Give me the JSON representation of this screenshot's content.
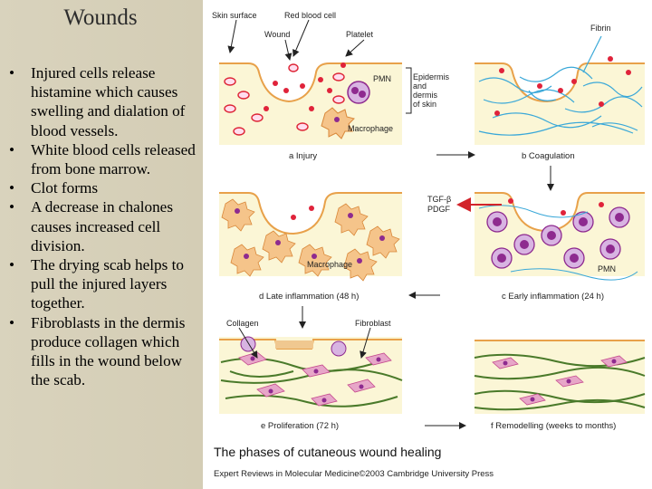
{
  "slide": {
    "title": "Wounds",
    "bullets": [
      "Injured cells release histamine which causes swelling and dialation of blood vessels.",
      "White blood cells released from bone marrow.",
      "Clot forms",
      "A decrease in chalones causes increased cell division.",
      "The drying scab helps to pull the injured layers together.",
      "Fibroblasts in the dermis produce collagen which fills in the wound below the scab."
    ]
  },
  "figure": {
    "labels": {
      "skin_surface": "Skin surface",
      "red_blood_cell": "Red blood cell",
      "wound": "Wound",
      "platelet": "Platelet",
      "fibrin": "Fibrin",
      "pmn": "PMN",
      "epidermis": "Epidermis",
      "and": "and",
      "dermis_of": "dermis",
      "of_skin": "of skin",
      "macrophage": "Macrophage",
      "tgf": "TGF-β",
      "pdgf": "PDGF",
      "macrophage2": "Macrophage",
      "pmn2": "PMN",
      "collagen": "Collagen",
      "fibroblast": "Fibroblast"
    },
    "captions": {
      "a": "a Injury",
      "b": "b Coagulation",
      "c": "c Early inflammation (24 h)",
      "d": "d Late inflammation (48 h)",
      "e": "e Proliferation (72 h)",
      "f": "f Remodelling (weeks to months)"
    },
    "title": "The phases of cutaneous wound healing",
    "credit": "Expert Reviews in Molecular Medicine©2003 Cambridge University Press",
    "colors": {
      "epidermis": "#f7f0b8",
      "skin_line": "#e8a14a",
      "rbc": "#e0233a",
      "macrophage": "#f5b36a",
      "pmn": "#8e2a8f",
      "fibrin": "#3aa8d8",
      "collagen": "#4a7a2a",
      "fibroblast": "#c54a8e",
      "tgf_arrow": "#d2232a"
    }
  }
}
